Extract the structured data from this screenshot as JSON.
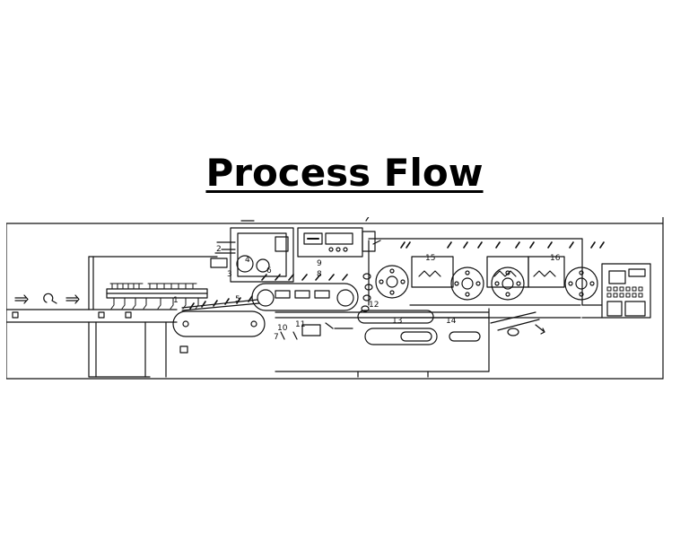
{
  "slide": {
    "title": "Process Flow"
  },
  "diagram": {
    "callouts": [
      "1",
      "2",
      "3",
      "4",
      "5",
      "6",
      "7",
      "8",
      "9",
      "10",
      "11",
      "12",
      "13",
      "14",
      "15",
      "16"
    ],
    "callout_color": "#111111"
  }
}
